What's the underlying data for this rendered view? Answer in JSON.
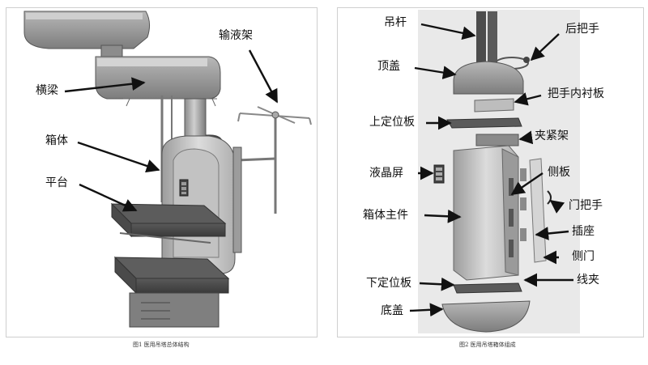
{
  "left_panel": {
    "caption": "图1 医用吊塔总体结构",
    "labels": {
      "crossbeam": "横梁",
      "iv_stand": "输液架",
      "cabinet": "箱体",
      "platform": "平台"
    }
  },
  "right_panel": {
    "caption": "图2 医用吊塔箱体组成",
    "labels": {
      "boom": "吊杆",
      "rear_handle": "后把手",
      "top_cover": "顶盖",
      "handle_liner": "把手内衬板",
      "upper_plate": "上定位板",
      "clamp_frame": "夹紧架",
      "lcd": "液晶屏",
      "side_panel": "侧板",
      "door_handle": "门把手",
      "main_body": "箱体主件",
      "socket": "插座",
      "side_door": "侧门",
      "lower_plate": "下定位板",
      "cable_clip": "线夹",
      "bottom_cover": "底盖"
    }
  },
  "colors": {
    "metal_light": "#d9d9d9",
    "metal_mid": "#a8a8a8",
    "metal_dark": "#6e6e6e",
    "background_panel": "#ececec"
  }
}
